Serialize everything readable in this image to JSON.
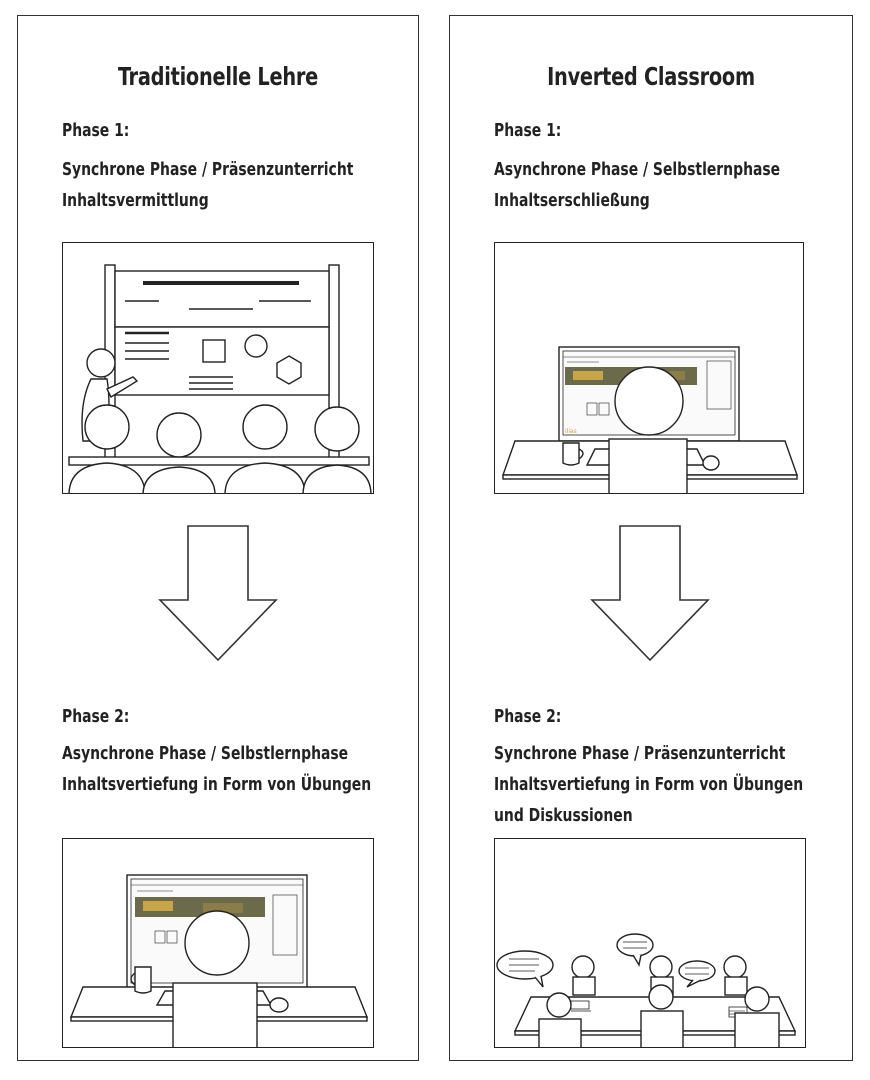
{
  "left": {
    "title": "Traditionelle Lehre",
    "phase1": {
      "label": "Phase 1:",
      "line1": "Synchrone Phase / Präsenzunterricht",
      "line2": "Inhaltsvermittlung"
    },
    "phase2": {
      "label": "Phase 2:",
      "line1": "Asynchrone Phase / Selbstlernphase",
      "line2": "Inhaltsvertiefung in Form von Übungen"
    }
  },
  "right": {
    "title": "Inverted Classroom",
    "phase1": {
      "label": "Phase 1:",
      "line1": "Asynchrone Phase / Selbstlernphase",
      "line2": "Inhaltserschließung"
    },
    "phase2": {
      "label": "Phase 2:",
      "line1": "Synchrone Phase / Präsenzunterricht",
      "line2": "Inhaltsvertiefung in Form von Übungen",
      "line3": "und Diskussionen"
    }
  },
  "colors": {
    "stroke": "#222222",
    "background": "#ffffff",
    "screen_accent": "#c9a54a"
  },
  "icons": {
    "lecture": "classroom-lecture-illustration",
    "selfstudy": "student-at-computer-illustration",
    "groupwork": "group-discussion-illustration",
    "flow": "down-arrow-icon"
  }
}
